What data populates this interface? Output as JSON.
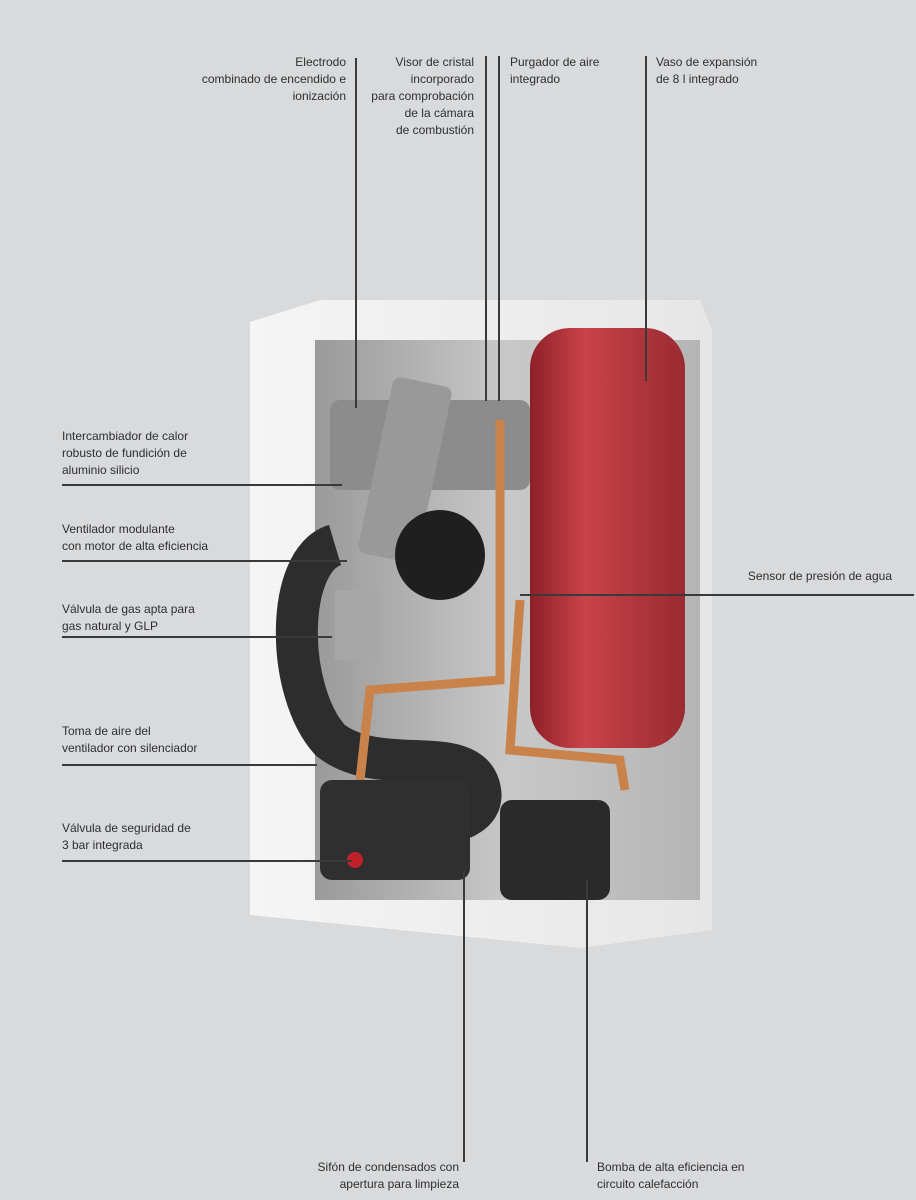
{
  "labels": {
    "electrodo": [
      "Electrodo",
      "combinado de encendido e",
      "ionización"
    ],
    "visor": [
      "Visor de cristal",
      "incorporado",
      "para comprobación",
      "de la cámara",
      "de combustión"
    ],
    "purgador": [
      "Purgador de aire",
      "integrado"
    ],
    "vaso": [
      "Vaso de expansión",
      "de 8 l integrado"
    ],
    "intercambiador": [
      "Intercambiador de calor",
      "robusto de fundición de",
      "aluminio silicio"
    ],
    "ventilador": [
      "Ventilador modulante",
      "con motor de alta eficiencia"
    ],
    "valvula_gas": [
      "Válvula de gas apta para",
      "gas natural y GLP"
    ],
    "sensor": [
      "Sensor de presión de agua"
    ],
    "toma_aire": [
      "Toma de aire del",
      "ventilador con silenciador"
    ],
    "valvula_seguridad": [
      "Válvula de seguridad de",
      "3 bar integrada"
    ],
    "sifon": [
      "Sifón de condensados con",
      "apertura para limpieza"
    ],
    "bomba": [
      "Bomba de alta eficiencia en",
      "circuito calefacción"
    ]
  },
  "colors": {
    "background": "#d9dadc",
    "vessel": "#b8323a",
    "copper": "#c9834a",
    "casing": "#f2f2f2"
  }
}
